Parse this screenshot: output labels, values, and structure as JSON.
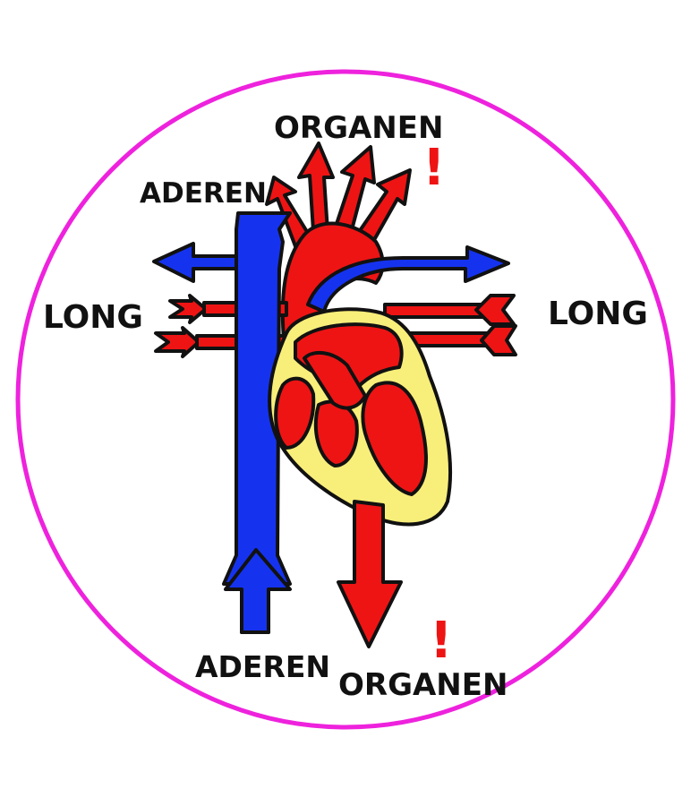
{
  "colors": {
    "circle": "#ee22dd",
    "vein": "#1533ee",
    "artery": "#ee1414",
    "heart_wall": "#f8ee7a",
    "outline": "#111111",
    "alert": "#ee1414"
  },
  "labels": {
    "top_organs": "ORGANEN",
    "top_veins": "ADEREN",
    "left_lung": "LONG",
    "right_lung": "LONG",
    "bottom_veins": "ADEREN",
    "bottom_organs": "ORGANEN",
    "exclamation": "!"
  }
}
